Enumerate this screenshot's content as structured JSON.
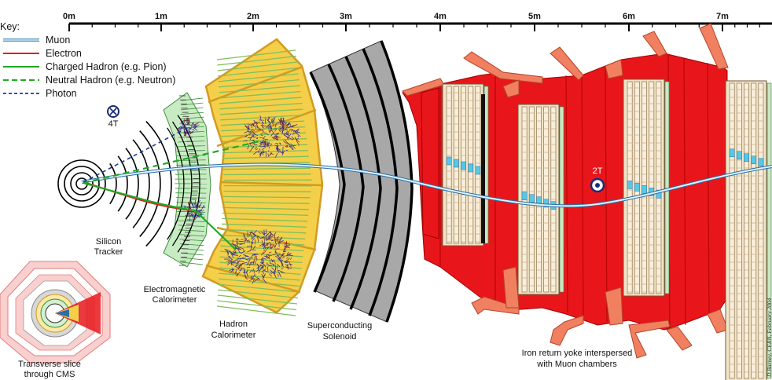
{
  "scale": {
    "ticks": [
      "0m",
      "1m",
      "2m",
      "3m",
      "4m",
      "5m",
      "6m",
      "7m"
    ]
  },
  "key": {
    "title": "Key:",
    "entries": [
      {
        "label": "Muon",
        "color": "#7ec8e3",
        "style": "solid"
      },
      {
        "label": "Electron",
        "color": "#e02020",
        "style": "solid"
      },
      {
        "label": "Charged Hadron (e.g. Pion)",
        "color": "#22a822",
        "style": "solid"
      },
      {
        "label": "Neutral Hadron (e.g. Neutron)",
        "color": "#22a822",
        "style": "dashed"
      },
      {
        "label": "Photon",
        "color": "#1a3d8f",
        "style": "dashed"
      }
    ]
  },
  "field_markers": {
    "inner": "4T",
    "outer": "2T"
  },
  "labels": {
    "tracker": [
      "Silicon",
      "Tracker"
    ],
    "ecal": [
      "Electromagnetic",
      "Calorimeter"
    ],
    "hcal": [
      "Hadron",
      "Calorimeter"
    ],
    "solenoid": [
      "Superconducting",
      "Solenoid"
    ],
    "yoke": [
      "Iron return yoke interspersed",
      "with Muon chambers"
    ],
    "slice": [
      "Transverse slice",
      "through CMS"
    ]
  },
  "credit": "D.Barney, CERN, February 2004",
  "colors": {
    "iron_yoke": "#e8161b",
    "yoke_outline": "#f08060",
    "hcal": "#f4cf4a",
    "hcal_border": "#d39a21",
    "ecal": "#c9ebc4",
    "solenoid": "#a8a8a8",
    "muon_chamber": "#f3e4c7",
    "muon_hit": "#57c8e6"
  }
}
